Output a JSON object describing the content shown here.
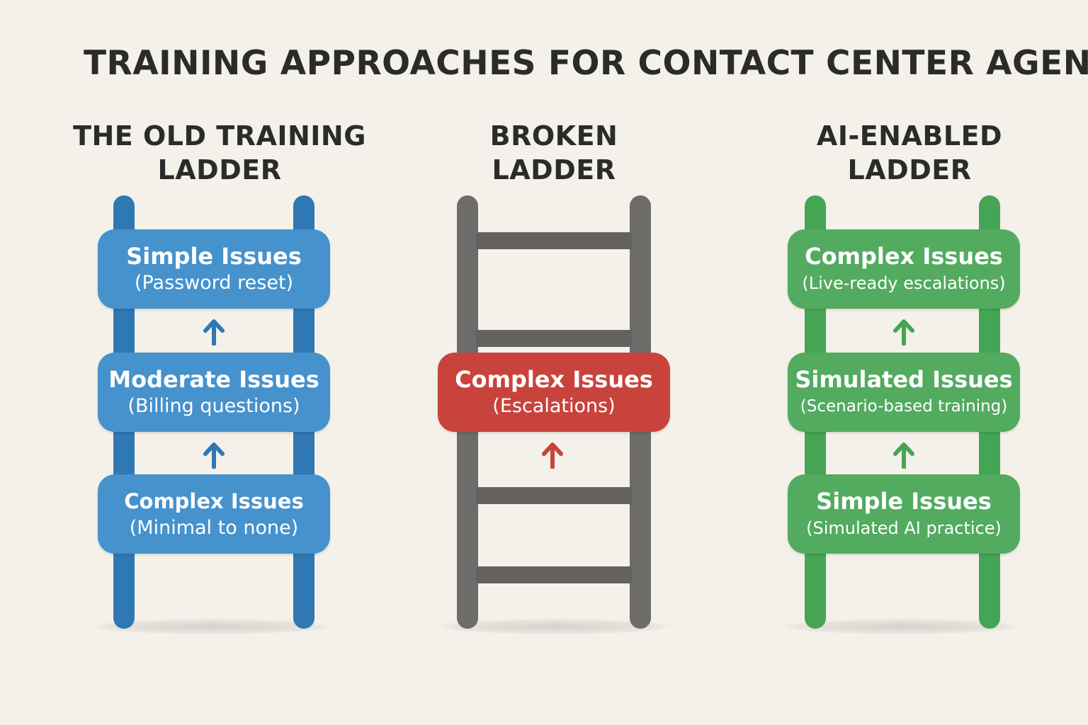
{
  "title": "TRAINING APPROACHES FOR CONTACT CENTER AGENTS",
  "ladders": [
    {
      "title_line1": "THE OLD TRAINING",
      "title_line2": "LADDER",
      "color": "#4592cc",
      "steps": [
        {
          "title": "Simple Issues",
          "subtitle": "(Password reset)"
        },
        {
          "title": "Moderate Issues",
          "subtitle": "(Billing questions)"
        },
        {
          "title": "Complex Issues",
          "subtitle": "(Minimal to none)"
        }
      ]
    },
    {
      "title_line1": "BROKEN",
      "title_line2": "LADDER",
      "color": "#6e6c6a",
      "steps": [
        {
          "title": "Complex Issues",
          "subtitle": "(Escalations)"
        }
      ],
      "box_color": "#c8433c"
    },
    {
      "title_line1": "AI-ENABLED",
      "title_line2": "LADDER",
      "color": "#52ab5f",
      "steps": [
        {
          "title": "Complex Issues",
          "subtitle": "(Live-ready escalations)"
        },
        {
          "title": "Simulated Issues",
          "subtitle": "(Scenario-based training)"
        },
        {
          "title": "Simple Issues",
          "subtitle": "(Simulated AI practice)"
        }
      ]
    }
  ],
  "icons": {
    "step_arrow": "arrow-up-icon"
  }
}
